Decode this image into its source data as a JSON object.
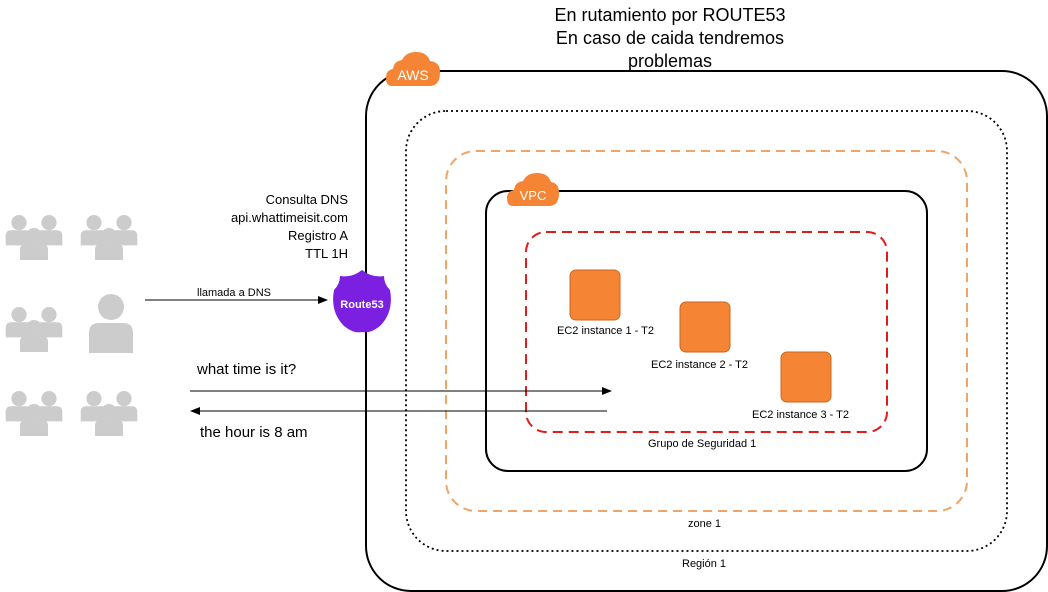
{
  "title": {
    "line1": "En rutamiento por ROUTE53",
    "line2": "En caso de caida tendremos",
    "line3": "problemas"
  },
  "dns_query": {
    "line1": "Consulta DNS",
    "line2": "api.whattimeisit.com",
    "line3": "Registro A",
    "line4": "TTL 1H"
  },
  "arrows": {
    "dns_call": "llamada a DNS",
    "request": "what time is it?",
    "response": "the hour is 8 am"
  },
  "badges": {
    "aws": "AWS",
    "vpc": "VPC",
    "route53": "Route53"
  },
  "instances": [
    {
      "label": "EC2 instance 1 - T2"
    },
    {
      "label": "EC2 instance 2 - T2"
    },
    {
      "label": "EC2 instance 3 - T2"
    }
  ],
  "groups": {
    "security_group": "Grupo de Seguridad 1",
    "zone": "zone 1",
    "region": "Región 1"
  },
  "colors": {
    "aws_orange": "#F58534",
    "ec2_orange": "#F58534",
    "route53_purple": "#7B1FE0",
    "security_red": "#E31B1B",
    "zone_orange": "#F0A468",
    "user_gray": "#CCCCCC"
  },
  "icons": [
    "user-group-icon",
    "user-icon",
    "route53-icon",
    "ec2-icon",
    "aws-cloud-icon",
    "vpc-cloud-icon"
  ]
}
